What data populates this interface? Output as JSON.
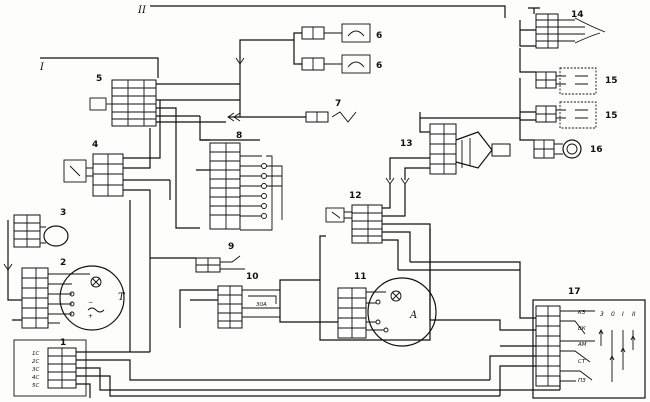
{
  "diagram": {
    "top_marker": "II",
    "left_marker": "I",
    "component_numbers": [
      "1",
      "2",
      "3",
      "4",
      "5",
      "6",
      "7",
      "8",
      "9",
      "10",
      "11",
      "12",
      "13",
      "14",
      "15",
      "16",
      "17"
    ],
    "numbers_repeated": {
      "6b": "6",
      "15b": "15"
    },
    "gauge_letters": {
      "temp": "T",
      "ammeter": "A"
    },
    "block17_header": [
      "3",
      "0",
      "I",
      "II"
    ],
    "block17_labels": [
      "КЗ",
      "ВК",
      "АМ",
      "СТ",
      "ПЗ"
    ],
    "block1_terms": [
      "1C",
      "2C",
      "3C",
      "4C",
      "5C"
    ],
    "block10_label": "30A",
    "minus_plus": {
      "minus": "−",
      "plus": "+"
    }
  }
}
